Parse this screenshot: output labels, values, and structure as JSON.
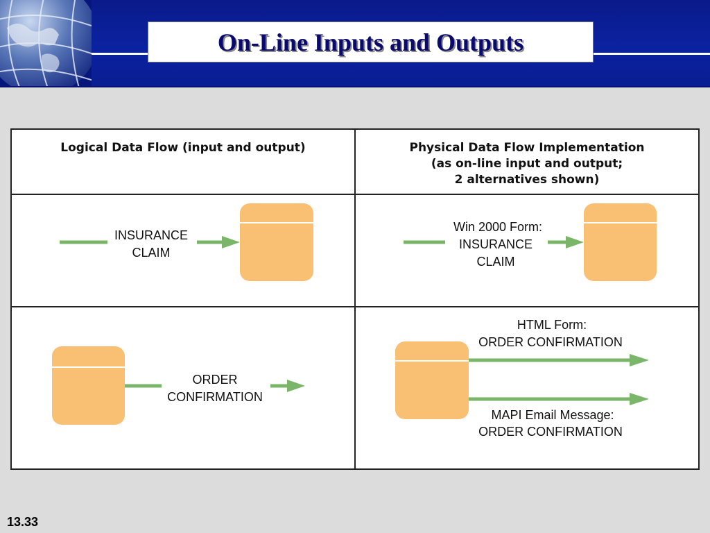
{
  "title": "On-Line Inputs and Outputs",
  "slide_number": "13.33",
  "columns": {
    "left_header": "Logical Data Flow (input and output)",
    "right_header": [
      "Physical Data Flow Implementation",
      "(as on-line input and output;",
      "2 alternatives shown)"
    ]
  },
  "row1": {
    "left_flow_label": [
      "INSURANCE",
      "CLAIM"
    ],
    "right_flow_label": [
      "Win 2000 Form:",
      "INSURANCE",
      "CLAIM"
    ]
  },
  "row2": {
    "left_flow_label": [
      "ORDER",
      "CONFIRMATION"
    ],
    "right_flow_top_label": [
      "HTML Form:",
      "ORDER CONFIRMATION"
    ],
    "right_flow_bottom_label": [
      "MAPI Email Message:",
      "ORDER CONFIRMATION"
    ]
  },
  "colors": {
    "header_blue": "#0b22a0",
    "title_text": "#0a0a6e",
    "process_fill": "#f9bf73",
    "flow_green": "#7ab56a",
    "page_bg": "#dcdcdc"
  }
}
